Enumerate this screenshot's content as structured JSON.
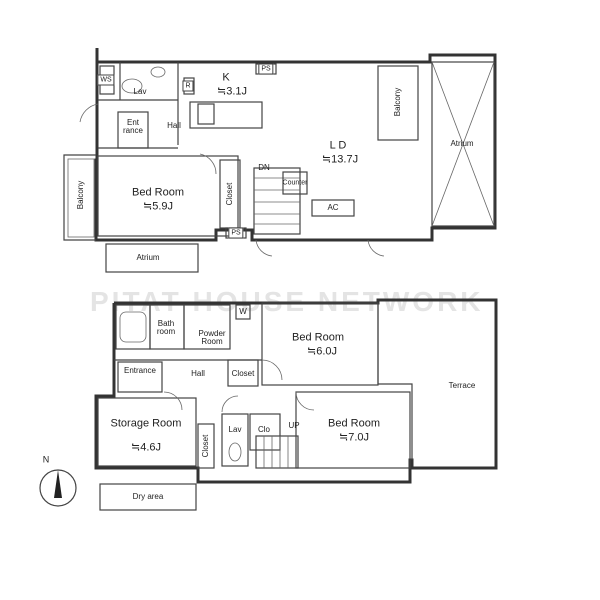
{
  "watermark": "PITAT HOUSE NETWORK",
  "upper_floor": {
    "ws": "WS",
    "lav": "Lav",
    "r": "R",
    "kitchen_name": "K",
    "kitchen_size": "≒3.1J",
    "ps_top": "PS",
    "entrance": "Ent rance",
    "hall": "Hall",
    "balcony_right": "Balcony",
    "atrium_right": "Atrium",
    "ld_name": "L D",
    "ld_size": "≒13.7J",
    "dn": "DN",
    "counter": "Counter",
    "ac": "AC",
    "balcony_left": "Balcony",
    "bedroom_name": "Bed Room",
    "bedroom_size": "≒5.9J",
    "closet": "Closet",
    "ps_bottom": "PS",
    "atrium_bottom": "Atrium"
  },
  "lower_floor": {
    "bath_room": "Bath room",
    "powder_room": "Powder Room",
    "w": "W",
    "bedroom1_name": "Bed Room",
    "bedroom1_size": "≒6.0J",
    "entrance": "Entrance",
    "hall": "Hall",
    "closet_mid": "Closet",
    "terrace": "Terrace",
    "storage_name": "Storage Room",
    "storage_size": "≒4.6J",
    "closet_left": "Closet",
    "lav": "Lav",
    "clo": "Clo",
    "up": "UP",
    "bedroom2_name": "Bed Room",
    "bedroom2_size": "≒7.0J",
    "dry_area": "Dry area"
  },
  "compass": "N"
}
